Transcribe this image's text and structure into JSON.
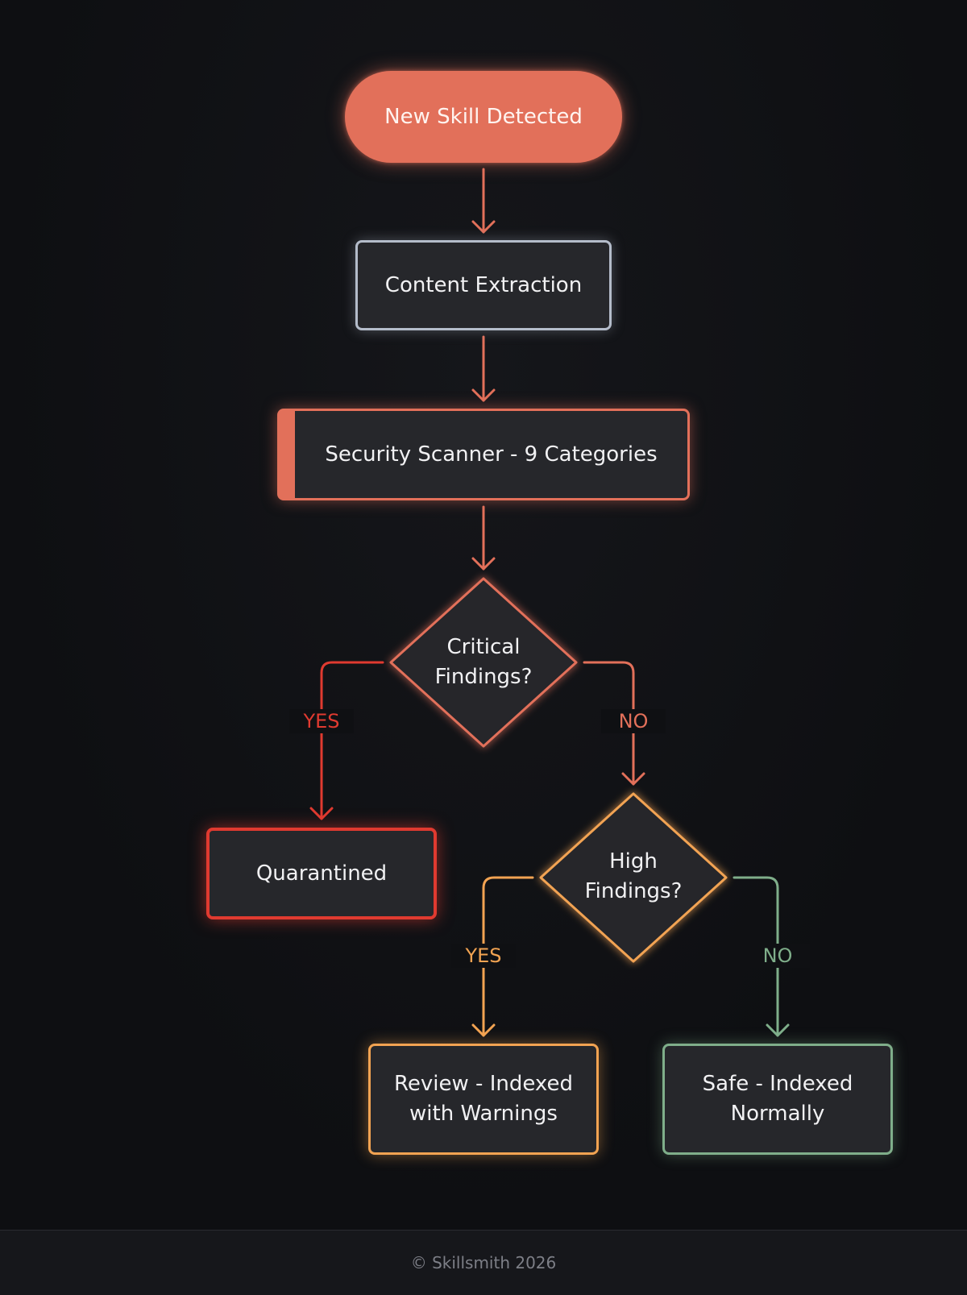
{
  "flowchart": {
    "start": "New Skill Detected",
    "extraction": "Content Extraction",
    "scanner": "Security Scanner - 9 Categories",
    "decision_critical": "Critical\nFindings?",
    "decision_high": "High\nFindings?",
    "yes_label": "YES",
    "no_label": "NO",
    "quarantined": "Quarantined",
    "review": "Review - Indexed\nwith Warnings",
    "safe": "Safe - Indexed\nNormally"
  },
  "colors": {
    "accent": "#e2705a",
    "neutral": "#b4bcca",
    "critical": "#e03a30",
    "warning": "#f2a352",
    "safe": "#7fae8a",
    "background": "#0e0f12",
    "node_fill": "#26272b"
  },
  "footer": {
    "copyright": "© Skillsmith 2026"
  }
}
